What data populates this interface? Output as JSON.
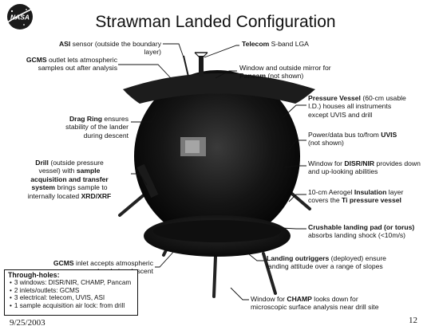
{
  "logo": {
    "text": "NASA"
  },
  "title": "Strawman Landed Configuration",
  "labels": {
    "asi": {
      "bold": "ASI",
      "rest": " sensor (outside the boundary layer)"
    },
    "telecom": {
      "bold": "Telecom",
      "rest": " S-band LGA"
    },
    "gcms_out_1": {
      "bold": "GCMS",
      "rest": " outlet lets atmospheric"
    },
    "gcms_out_2": "samples out after analysis",
    "window_1": "Window and outside mirror for",
    "window_2": {
      "bold": "Pancam",
      "rest": " (not shown)"
    },
    "pv_1": {
      "bold": "Pressure Vessel",
      "rest": " (60-cm usable"
    },
    "pv_2": "I.D.) houses all instruments",
    "pv_3": "except UVIS and drill",
    "drag_1": {
      "bold": "Drag Ring",
      "rest": " ensures"
    },
    "drag_2": "stability of the lander",
    "drag_3": "during descent",
    "power_1": {
      "pre": "Power/data bus to/from ",
      "bold": "UVIS"
    },
    "power_2": "(not shown)",
    "drill_1": {
      "bold": "Drill",
      "rest": " (outside pressure"
    },
    "drill_2": {
      "pre": "vessel) with ",
      "bold": "sample"
    },
    "drill_3": "acquisition and transfer",
    "drill_4": {
      "bold": "system",
      "rest": " brings sample to"
    },
    "drill_5": {
      "pre": "internally located ",
      "bold": "XRD/XRF"
    },
    "disr_1": {
      "pre": "Window for ",
      "bold": "DISR/NIR",
      "rest": " provides down"
    },
    "disr_2": "and up-looking abilities",
    "aero_1": {
      "pre": "10-cm Aerogel ",
      "bold": "Insulation",
      "rest": " layer"
    },
    "aero_2": {
      "pre": "covers the ",
      "bold": "Ti pressure vessel"
    },
    "crush_1": {
      "bold": "Crushable landing pad (or torus)"
    },
    "crush_2": "absorbs landing shock (<10m/s)",
    "gcms_in_1": {
      "bold": "GCMS",
      "rest": " inlet accepts atmospheric"
    },
    "gcms_in_2": "samples during descent",
    "out_1": {
      "bold": "Landing outriggers",
      "rest": " (deployed) ensure"
    },
    "out_2": "landing attitude over a range of slopes",
    "champ_1": {
      "pre": "Window for ",
      "bold": "CHAMP",
      "rest": " looks down for"
    },
    "champ_2": "microscopic surface analysis near drill site"
  },
  "through_holes": {
    "title": "Through-holes:",
    "items": [
      "3 windows: DISR/NIR, CHAMP, Pancam",
      "2 inlets/outlets: GCMS",
      "3 electrical: telecom, UVIS, ASI",
      "1 sample acquisition air lock: from drill"
    ]
  },
  "footer": {
    "date": "9/25/2003",
    "page": "12"
  }
}
